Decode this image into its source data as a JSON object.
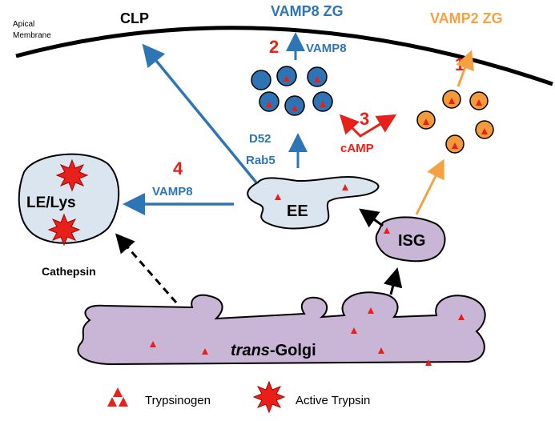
{
  "labels": {
    "apical_line1": "Apical",
    "apical_line2": "Membrane",
    "clp": "CLP",
    "vamp8_zg": "VAMP8 ZG",
    "vamp2_zg": "VAMP2 ZG",
    "step1": "1",
    "step2": "2",
    "step3": "3",
    "step4": "4",
    "vamp8_top": "VAMP8",
    "vamp8_left": "VAMP8",
    "d52": "D52",
    "rab5": "Rab5",
    "camp": "cAMP",
    "lelys": "LE/Lys",
    "ee": "EE",
    "isg": "ISG",
    "cathepsin": "Cathepsin",
    "golgi_italic": "trans",
    "golgi_rest": "-Golgi",
    "legend_trypsinogen": "Trypsinogen",
    "legend_active": "Active Trypsin"
  },
  "colors": {
    "blue": "#2e75b6",
    "orange": "#f5a142",
    "red": "#e8201a",
    "purple": "#c9b5d6",
    "lys_fill": "#dbe5f0",
    "vamp8_fill": "#2e74b5",
    "vamp2_fill": "#f39a3b"
  },
  "icons": {
    "trypsinogen": "red-triangle-icon",
    "active_trypsin": "red-starburst-icon"
  }
}
